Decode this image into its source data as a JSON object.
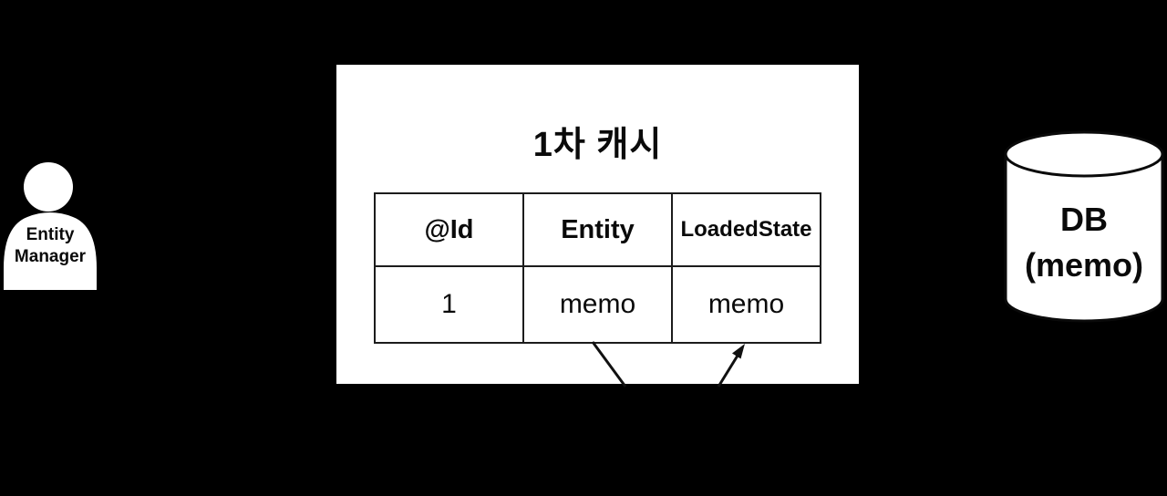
{
  "diagram": {
    "kind": "jpa-first-level-cache-diagram"
  },
  "colors": {
    "background": "#000000",
    "panel": "#ffffff",
    "ink": "#111111",
    "table_border": "#1c1c1c"
  },
  "icons": {
    "person": "person-icon",
    "database": "database-cylinder-icon",
    "arrow": "up-right-arrow"
  },
  "actor": {
    "label_line1": "Entity",
    "label_line2": "Manager"
  },
  "cache": {
    "title": "1차 캐시",
    "table": {
      "headers": [
        "@Id",
        "Entity",
        "LoadedState"
      ],
      "rows": [
        [
          "1",
          "memo",
          "memo"
        ]
      ]
    }
  },
  "database": {
    "label_line1": "DB",
    "label_line2": "(memo)"
  }
}
